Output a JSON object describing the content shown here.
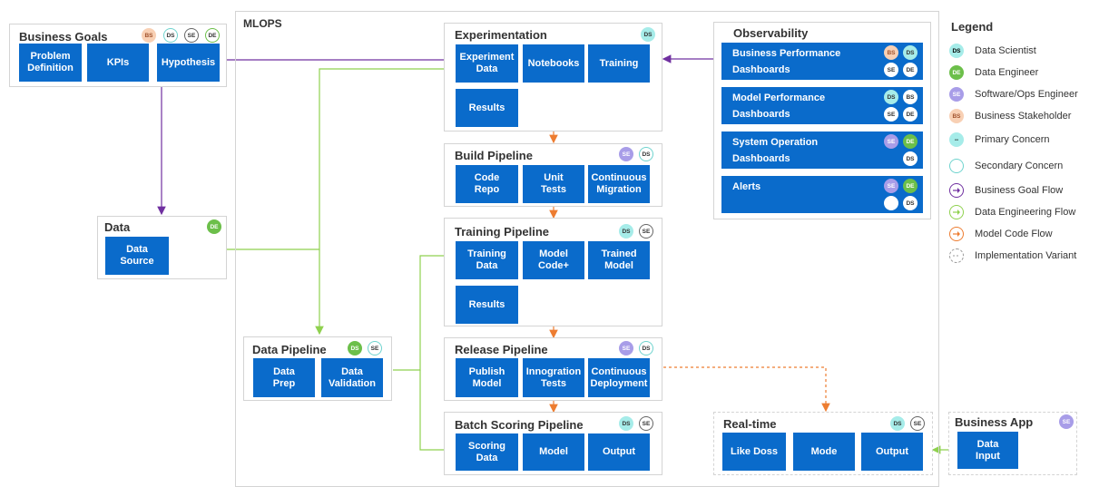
{
  "mlops_label": "MLOPS",
  "business_goals": {
    "title": "Business Goals",
    "badges": [
      "BS",
      "DS",
      "SE",
      "DE"
    ],
    "boxes": [
      "Problem\nDefinition",
      "KPIs",
      "Hypothesis"
    ]
  },
  "data": {
    "title": "Data",
    "badges": [
      "DE"
    ],
    "boxes": [
      "Data\nSource"
    ]
  },
  "data_pipeline": {
    "title": "Data Pipeline",
    "badges": [
      "DS",
      "SE"
    ],
    "boxes": [
      "Data\nPrep",
      "Data\nValidation"
    ]
  },
  "experimentation": {
    "title": "Experimentation",
    "badges": [
      "DS"
    ],
    "boxes": [
      "Experiment\nData",
      "Notebooks",
      "Training",
      "Results"
    ]
  },
  "build_pipeline": {
    "title": "Build Pipeline",
    "badges": [
      "SE",
      "DS"
    ],
    "boxes": [
      "Code\nRepo",
      "Unit\nTests",
      "Continuous\nMigration"
    ]
  },
  "training_pipeline": {
    "title": "Training Pipeline",
    "badges": [
      "DS",
      "SE"
    ],
    "boxes": [
      "Training\nData",
      "Model\nCode+",
      "Trained\nModel",
      "Results"
    ]
  },
  "release_pipeline": {
    "title": "Release Pipeline",
    "badges": [
      "SE",
      "DS"
    ],
    "boxes": [
      "Publish\nModel",
      "Innogration\nTests",
      "Continuous\nDeployment"
    ]
  },
  "batch_scoring": {
    "title": "Batch Scoring Pipeline",
    "badges": [
      "DS",
      "SE"
    ],
    "boxes": [
      "Scoring\nData",
      "Model",
      "Output"
    ]
  },
  "observability": {
    "title": "Observability",
    "items": [
      {
        "label": "Business Performance\nDashboards",
        "badges": [
          "BS",
          "DS",
          "SE",
          "DE"
        ]
      },
      {
        "label": "Model Performance\nDashboards",
        "badges": [
          "DS",
          "BS",
          "SE",
          "DE"
        ]
      },
      {
        "label": "System Operation\nDashboards",
        "badges": [
          "SE",
          "DE",
          "DS"
        ]
      },
      {
        "label": "Alerts",
        "badges": [
          "SE",
          "DE",
          "",
          "DS"
        ]
      }
    ]
  },
  "realtime": {
    "title": "Real-time",
    "badges": [
      "DS",
      "SE"
    ],
    "boxes": [
      "Like Doss",
      "Mode",
      "Output"
    ]
  },
  "business_app": {
    "title": "Business App",
    "badges": [
      "SE"
    ],
    "boxes": [
      "Data\nInput"
    ]
  },
  "legend": {
    "title": "Legend",
    "items": [
      {
        "icon": "DS",
        "label": "Data Scientist"
      },
      {
        "icon": "DE",
        "label": "Data Engineer"
      },
      {
        "icon": "SE",
        "label": "Software/Ops Engineer"
      },
      {
        "icon": "BS",
        "label": "Business Stakeholder"
      },
      {
        "icon": "--",
        "label": "Primary Concern"
      },
      {
        "icon": "",
        "label": "Secondary Concern"
      },
      {
        "icon": "",
        "label": "Business Goal Flow"
      },
      {
        "icon": "",
        "label": "Data Engineering Flow"
      },
      {
        "icon": "",
        "label": "Model Code Flow"
      },
      {
        "icon": "",
        "label": "Implementation Variant"
      }
    ]
  },
  "colors": {
    "box_blue": "#0a6bcb",
    "business_goal_flow": "#7030a0",
    "data_engineering_flow": "#8fd14f",
    "model_code_flow": "#ed7d31"
  }
}
